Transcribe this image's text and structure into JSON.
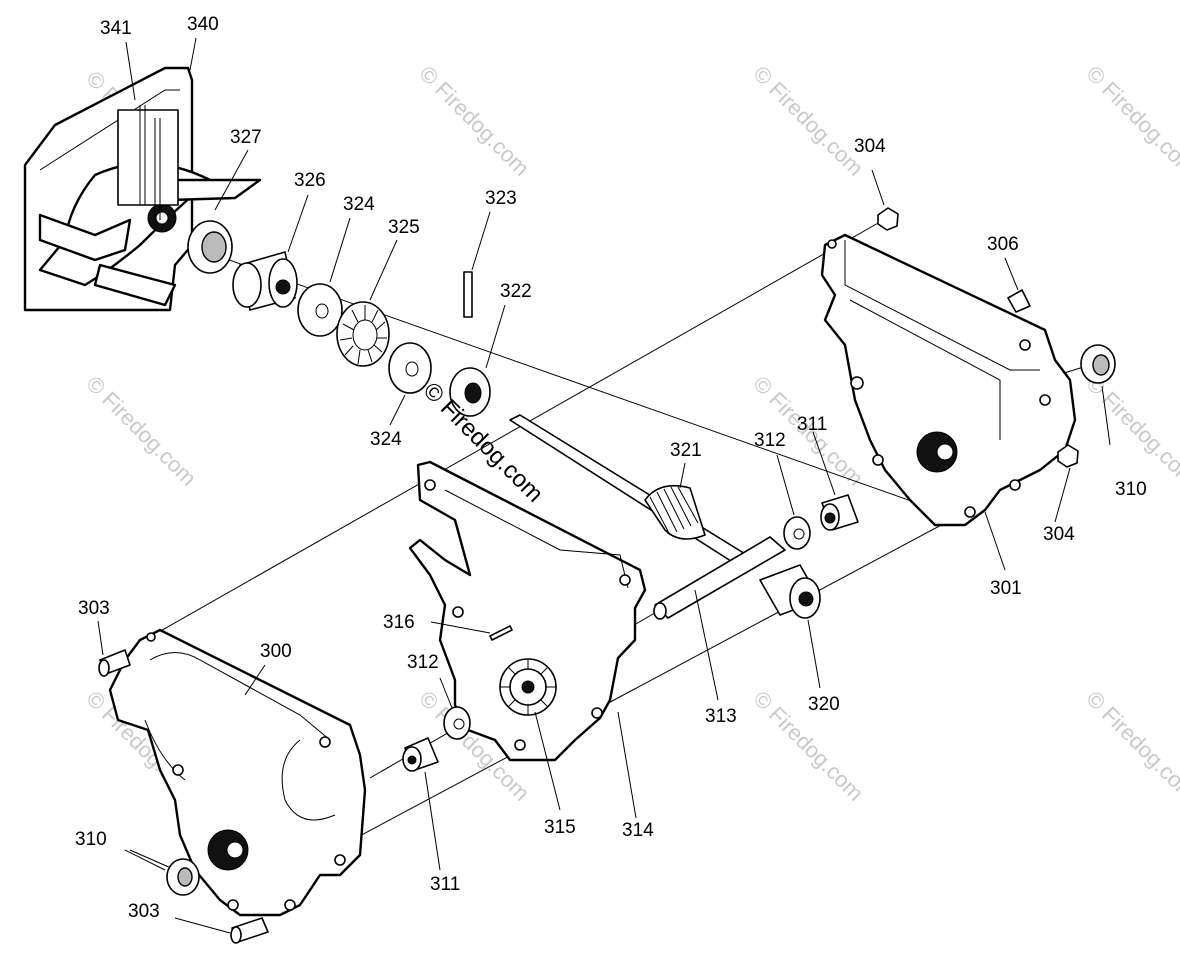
{
  "watermark": {
    "main": "© Firedog.com",
    "faint": "© Firedog.com"
  },
  "callouts": [
    {
      "id": "c341",
      "text": "341"
    },
    {
      "id": "c340",
      "text": "340"
    },
    {
      "id": "c327",
      "text": "327"
    },
    {
      "id": "c326",
      "text": "326"
    },
    {
      "id": "c324a",
      "text": "324"
    },
    {
      "id": "c325",
      "text": "325"
    },
    {
      "id": "c323",
      "text": "323"
    },
    {
      "id": "c322",
      "text": "322"
    },
    {
      "id": "c324b",
      "text": "324"
    },
    {
      "id": "c304a",
      "text": "304"
    },
    {
      "id": "c306",
      "text": "306"
    },
    {
      "id": "c310a",
      "text": "310"
    },
    {
      "id": "c304b",
      "text": "304"
    },
    {
      "id": "c301",
      "text": "301"
    },
    {
      "id": "c321",
      "text": "321"
    },
    {
      "id": "c312a",
      "text": "312"
    },
    {
      "id": "c311a",
      "text": "311"
    },
    {
      "id": "c320",
      "text": "320"
    },
    {
      "id": "c313",
      "text": "313"
    },
    {
      "id": "c316",
      "text": "316"
    },
    {
      "id": "c312b",
      "text": "312"
    },
    {
      "id": "c303a",
      "text": "303"
    },
    {
      "id": "c300",
      "text": "300"
    },
    {
      "id": "c315",
      "text": "315"
    },
    {
      "id": "c314",
      "text": "314"
    },
    {
      "id": "c311b",
      "text": "311"
    },
    {
      "id": "c310b",
      "text": "310"
    },
    {
      "id": "c303b",
      "text": "303"
    }
  ]
}
